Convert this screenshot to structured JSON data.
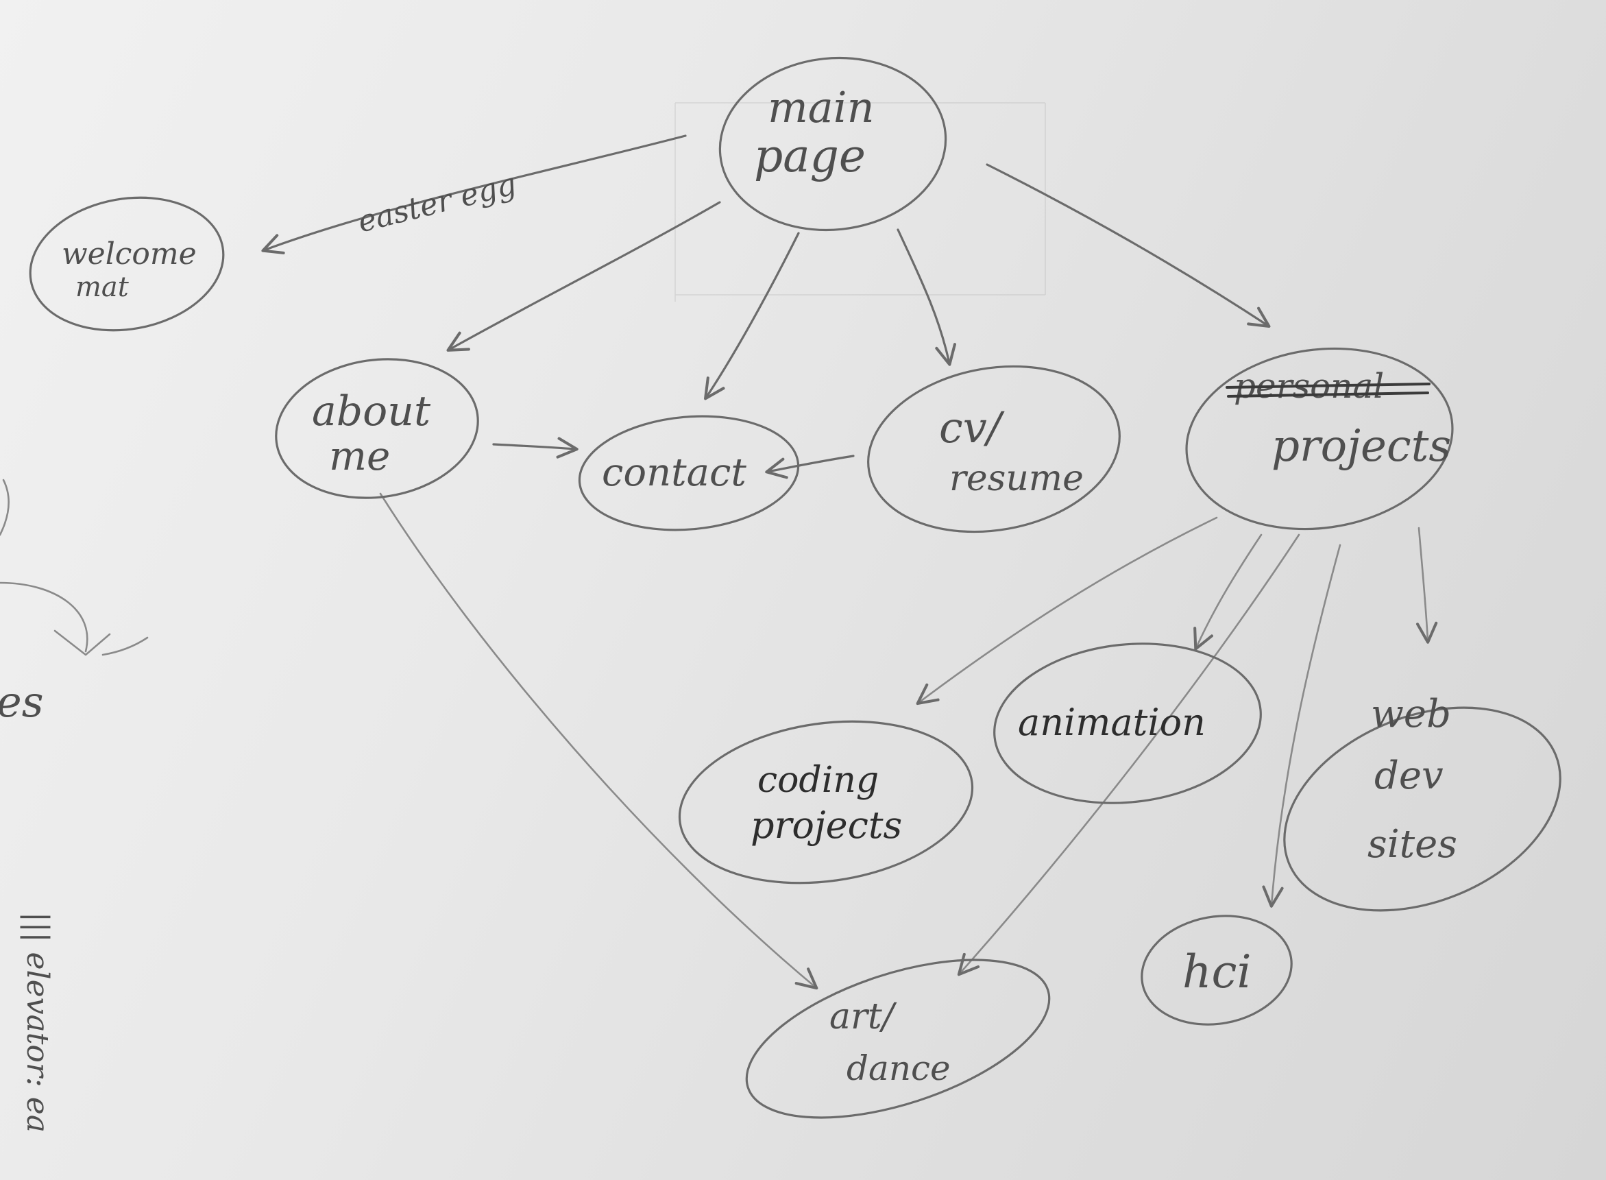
{
  "nodes": {
    "main_page": {
      "line1": "main",
      "line2": "page"
    },
    "welcome_mat": {
      "line1": "welcome",
      "line2": "mat"
    },
    "about_me": {
      "line1": "about",
      "line2": "me"
    },
    "contact": {
      "label": "contact"
    },
    "cv_resume": {
      "line1": "cv/",
      "line2": "resume"
    },
    "projects": {
      "struck": "personal",
      "label": "projects"
    },
    "coding_projects": {
      "line1": "coding",
      "line2": "projects"
    },
    "animation": {
      "label": "animation"
    },
    "web_dev_sites": {
      "line1": "web",
      "line2": "dev",
      "line3": "sites"
    },
    "hci": {
      "label": "hci"
    },
    "art_dance": {
      "line1": "art/",
      "line2": "dance"
    }
  },
  "edges": {
    "easter_egg_label": "easter egg"
  },
  "margin": {
    "fragment_es": "es",
    "fragment_vertical": "||| elevator: ea"
  }
}
